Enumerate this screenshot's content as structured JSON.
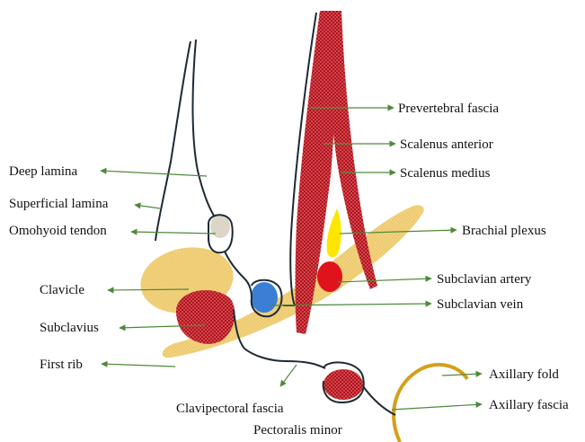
{
  "colors": {
    "muscle": "#b5121b",
    "muscle_dots": "#e88a8f",
    "bone": "#f2d27e",
    "bone_dots": "#d9b24a",
    "plexus": "#ffe600",
    "artery": "#e0121b",
    "vein": "#3a7fd5",
    "omohyoid": "#ddd6c8",
    "fascia_line": "#1f2a33",
    "arrow": "#4e8a3a",
    "axillary_fold": "#d4a01a"
  },
  "labels": {
    "prevertebral_fascia": "Prevertebral fascia",
    "scalenus_anterior": "Scalenus anterior",
    "scalenus_medius": "Scalenus medius",
    "deep_lamina": "Deep lamina",
    "superficial_lamina": "Superficial lamina",
    "omohyoid_tendon": "Omohyoid tendon",
    "brachial_plexus": "Brachial plexus",
    "subclavian_artery": "Subclavian artery",
    "subclavian_vein": "Subclavian vein",
    "clavicle": "Clavicle",
    "subclavius": "Subclavius",
    "first_rib": "First rib",
    "clavipectoral_fascia": "Clavipectoral fascia",
    "pectoralis_minor": "Pectoralis minor",
    "axillary_fold": "Axillary fold",
    "axillary_fascia": "Axillary fascia"
  }
}
